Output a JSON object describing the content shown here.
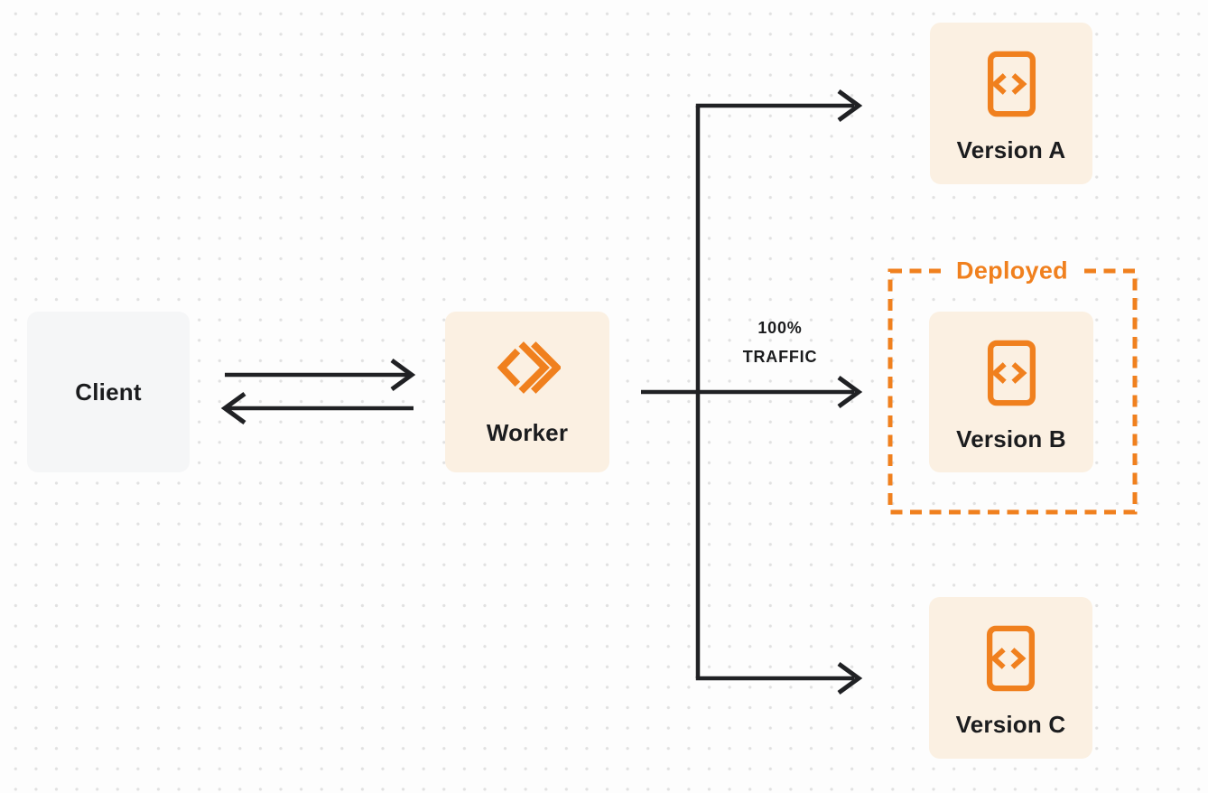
{
  "nodes": {
    "client": {
      "label": "Client"
    },
    "worker": {
      "label": "Worker",
      "icon": "cloudflare-workers-logo-icon"
    },
    "version_a": {
      "label": "Version A",
      "icon": "code-file-icon"
    },
    "version_b": {
      "label": "Version B",
      "icon": "code-file-icon"
    },
    "version_c": {
      "label": "Version C",
      "icon": "code-file-icon"
    }
  },
  "annotations": {
    "deployed_label": "Deployed",
    "traffic_line1": "100%",
    "traffic_line2": "TRAFFIC"
  },
  "edges": [
    {
      "from": "client",
      "to": "worker",
      "type": "arrow"
    },
    {
      "from": "worker",
      "to": "client",
      "type": "arrow"
    },
    {
      "from": "worker",
      "to": "version_a",
      "type": "arrow"
    },
    {
      "from": "worker",
      "to": "version_b",
      "type": "arrow",
      "label": "100% TRAFFIC"
    },
    {
      "from": "worker",
      "to": "version_c",
      "type": "arrow"
    }
  ],
  "colors": {
    "accent_orange": "#F0801E",
    "node_cream": "#FBF0E2",
    "node_gray": "#F5F6F7",
    "line_dark": "#202124",
    "background": "#FDFDFD",
    "dot": "#E1E1E1",
    "text_dark": "#1B1C1E"
  }
}
